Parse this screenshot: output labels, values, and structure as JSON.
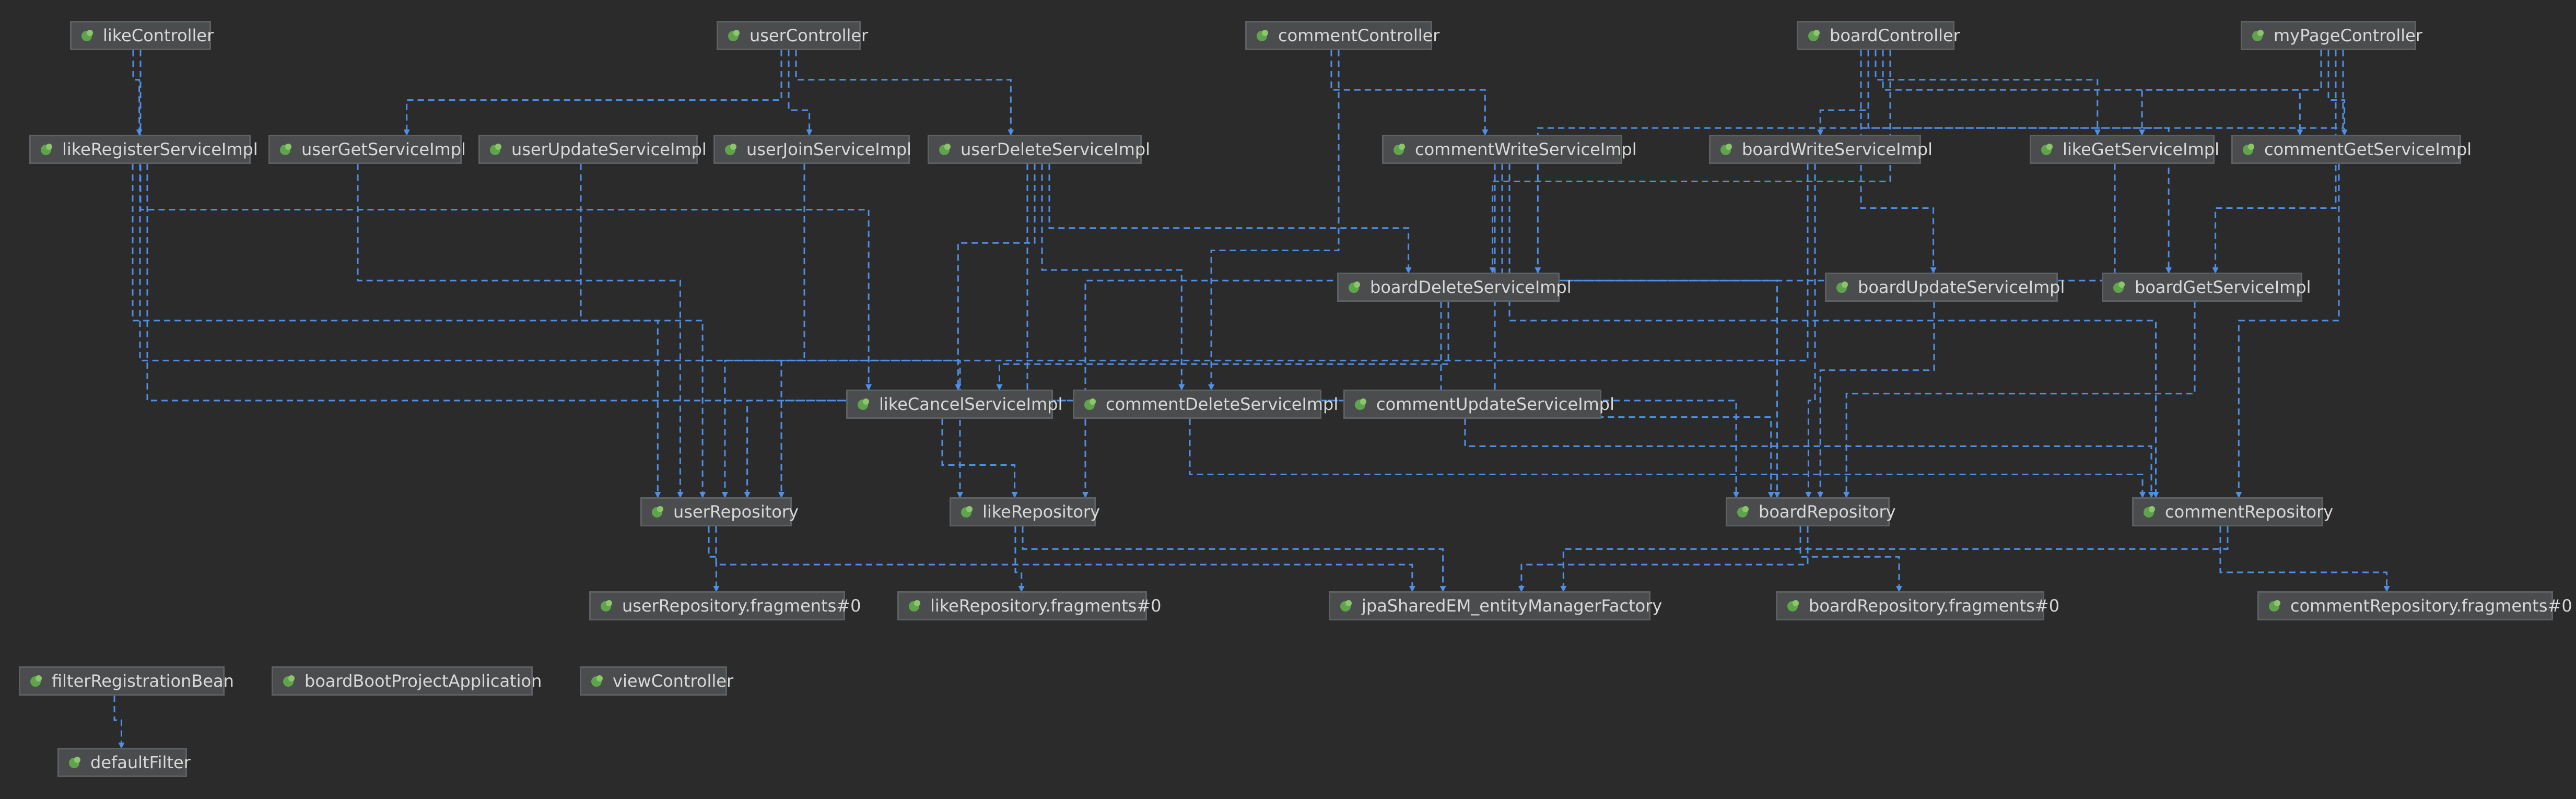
{
  "diagram": {
    "icon": "spring-bean-icon",
    "colors": {
      "background": "#2b2b2b",
      "node_fill": "#4a4c4e",
      "node_border": "#5d6062",
      "node_text": "#d8d8d8",
      "edge": "#4f8fe6",
      "bean_leaf": "#5fa34d"
    },
    "nodes": {
      "likeController": "likeController",
      "userController": "userController",
      "commentController": "commentController",
      "boardController": "boardController",
      "myPageController": "myPageController",
      "likeRegisterServiceImpl": "likeRegisterServiceImpl",
      "userGetServiceImpl": "userGetServiceImpl",
      "userUpdateServiceImpl": "userUpdateServiceImpl",
      "userJoinServiceImpl": "userJoinServiceImpl",
      "userDeleteServiceImpl": "userDeleteServiceImpl",
      "commentWriteServiceImpl": "commentWriteServiceImpl",
      "boardWriteServiceImpl": "boardWriteServiceImpl",
      "likeGetServiceImpl": "likeGetServiceImpl",
      "commentGetServiceImpl": "commentGetServiceImpl",
      "boardDeleteServiceImpl": "boardDeleteServiceImpl",
      "boardUpdateServiceImpl": "boardUpdateServiceImpl",
      "boardGetServiceImpl": "boardGetServiceImpl",
      "likeCancelServiceImpl": "likeCancelServiceImpl",
      "commentDeleteServiceImpl": "commentDeleteServiceImpl",
      "commentUpdateServiceImpl": "commentUpdateServiceImpl",
      "userRepository": "userRepository",
      "likeRepository": "likeRepository",
      "boardRepository": "boardRepository",
      "commentRepository": "commentRepository",
      "userRepositoryFragments": "userRepository.fragments#0",
      "likeRepositoryFragments": "likeRepository.fragments#0",
      "jpaSharedEM": "jpaSharedEM_entityManagerFactory",
      "boardRepositoryFragments": "boardRepository.fragments#0",
      "commentRepositoryFragments": "commentRepository.fragments#0",
      "filterRegistrationBean": "filterRegistrationBean",
      "boardBootProjectApplication": "boardBootProjectApplication",
      "viewController": "viewController",
      "defaultFilter": "defaultFilter"
    },
    "edges": [
      {
        "from": "likeController",
        "to": "likeRegisterServiceImpl"
      },
      {
        "from": "likeController",
        "to": "likeCancelServiceImpl"
      },
      {
        "from": "userController",
        "to": "userGetServiceImpl"
      },
      {
        "from": "userController",
        "to": "userJoinServiceImpl"
      },
      {
        "from": "userController",
        "to": "userDeleteServiceImpl"
      },
      {
        "from": "commentController",
        "to": "commentWriteServiceImpl"
      },
      {
        "from": "commentController",
        "to": "commentDeleteServiceImpl"
      },
      {
        "from": "boardController",
        "to": "boardWriteServiceImpl"
      },
      {
        "from": "boardController",
        "to": "likeGetServiceImpl"
      },
      {
        "from": "boardController",
        "to": "commentGetServiceImpl"
      },
      {
        "from": "boardController",
        "to": "boardDeleteServiceImpl"
      },
      {
        "from": "boardController",
        "to": "boardUpdateServiceImpl"
      },
      {
        "from": "boardController",
        "to": "boardGetServiceImpl"
      },
      {
        "from": "myPageController",
        "to": "likeGetServiceImpl"
      },
      {
        "from": "myPageController",
        "to": "commentGetServiceImpl"
      },
      {
        "from": "myPageController",
        "to": "boardGetServiceImpl"
      },
      {
        "from": "myPageController",
        "to": "boardDeleteServiceImpl"
      },
      {
        "from": "likeRegisterServiceImpl",
        "to": "userRepository"
      },
      {
        "from": "likeRegisterServiceImpl",
        "to": "likeRepository"
      },
      {
        "from": "likeRegisterServiceImpl",
        "to": "boardRepository"
      },
      {
        "from": "userGetServiceImpl",
        "to": "userRepository"
      },
      {
        "from": "userUpdateServiceImpl",
        "to": "userRepository"
      },
      {
        "from": "userJoinServiceImpl",
        "to": "userRepository"
      },
      {
        "from": "userDeleteServiceImpl",
        "to": "userRepository"
      },
      {
        "from": "userDeleteServiceImpl",
        "to": "likeCancelServiceImpl"
      },
      {
        "from": "userDeleteServiceImpl",
        "to": "commentDeleteServiceImpl"
      },
      {
        "from": "userDeleteServiceImpl",
        "to": "boardDeleteServiceImpl"
      },
      {
        "from": "commentWriteServiceImpl",
        "to": "userRepository"
      },
      {
        "from": "commentWriteServiceImpl",
        "to": "boardRepository"
      },
      {
        "from": "commentWriteServiceImpl",
        "to": "commentRepository"
      },
      {
        "from": "boardWriteServiceImpl",
        "to": "userRepository"
      },
      {
        "from": "boardWriteServiceImpl",
        "to": "boardRepository"
      },
      {
        "from": "likeGetServiceImpl",
        "to": "likeRepository"
      },
      {
        "from": "commentGetServiceImpl",
        "to": "commentRepository"
      },
      {
        "from": "boardDeleteServiceImpl",
        "to": "boardRepository"
      },
      {
        "from": "boardDeleteServiceImpl",
        "to": "likeCancelServiceImpl"
      },
      {
        "from": "boardUpdateServiceImpl",
        "to": "boardRepository"
      },
      {
        "from": "boardGetServiceImpl",
        "to": "boardRepository"
      },
      {
        "from": "likeCancelServiceImpl",
        "to": "likeRepository"
      },
      {
        "from": "commentDeleteServiceImpl",
        "to": "commentRepository"
      },
      {
        "from": "commentUpdateServiceImpl",
        "to": "commentRepository"
      },
      {
        "from": "userRepository",
        "to": "userRepositoryFragments"
      },
      {
        "from": "userRepository",
        "to": "jpaSharedEM"
      },
      {
        "from": "likeRepository",
        "to": "likeRepositoryFragments"
      },
      {
        "from": "likeRepository",
        "to": "jpaSharedEM"
      },
      {
        "from": "boardRepository",
        "to": "boardRepositoryFragments"
      },
      {
        "from": "boardRepository",
        "to": "jpaSharedEM"
      },
      {
        "from": "commentRepository",
        "to": "commentRepositoryFragments"
      },
      {
        "from": "commentRepository",
        "to": "jpaSharedEM"
      },
      {
        "from": "filterRegistrationBean",
        "to": "defaultFilter"
      }
    ]
  }
}
